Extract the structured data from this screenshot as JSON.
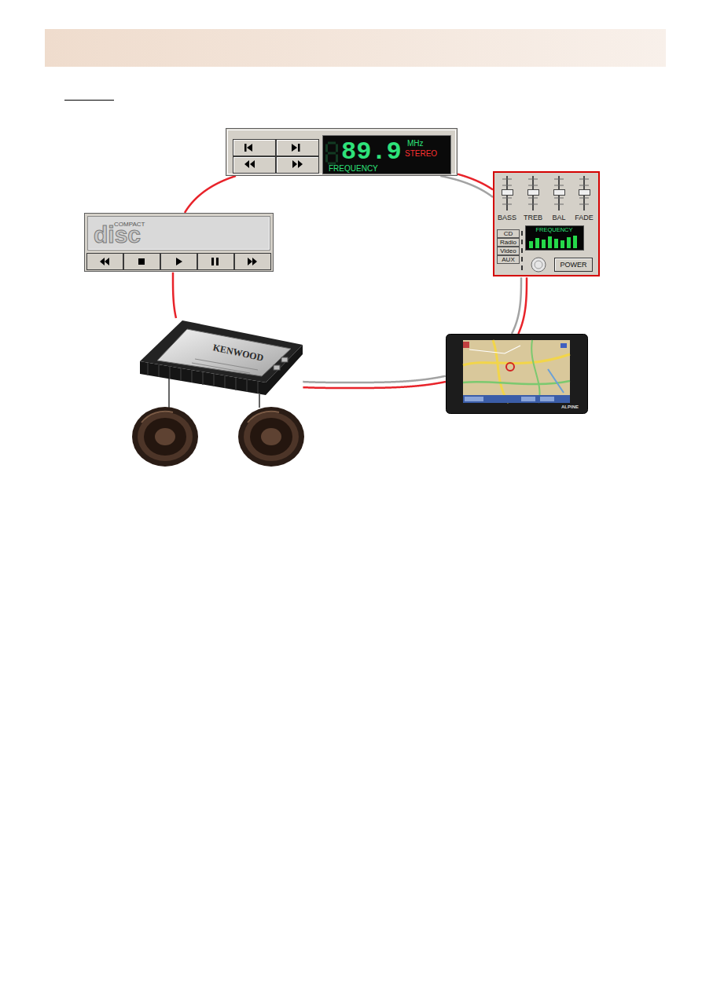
{
  "diagram": {
    "nodes": [
      {
        "text": [
          "89.9",
          "MHz",
          "STEREO",
          "FREQUENCY"
        ]
      },
      {
        "text": [
          "COMPACT",
          "disc"
        ]
      },
      {
        "text": [
          "BASS",
          "TREB",
          "BAL",
          "FADE",
          "FREQUENCY",
          "CD",
          "Radio",
          "Video",
          "AUX",
          "POWER"
        ]
      },
      {
        "text": [
          "KENWOOD"
        ]
      },
      {
        "text": [
          "ALPINE"
        ]
      }
    ],
    "edges": [
      {
        "from": 0,
        "to": 2,
        "arrow": "none"
      },
      {
        "from": 2,
        "to": 4,
        "arrow": "none"
      },
      {
        "from": 4,
        "to": 3,
        "arrow": "none"
      },
      {
        "from": 3,
        "to": 1,
        "arrow": "none"
      },
      {
        "from": 1,
        "to": 0,
        "arrow": "none"
      }
    ]
  }
}
